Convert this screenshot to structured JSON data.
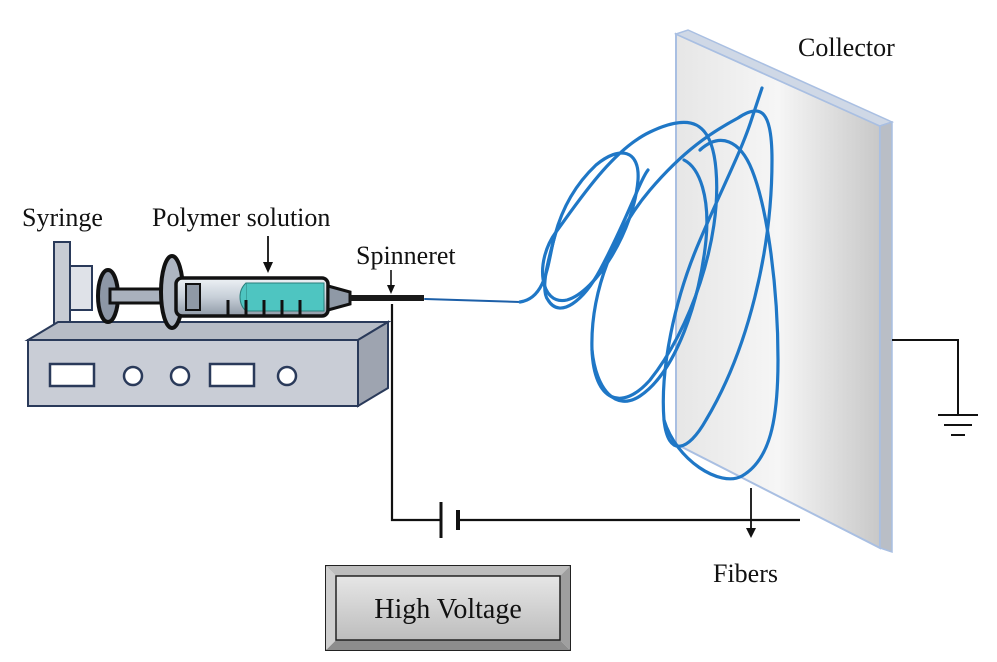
{
  "labels": {
    "collector": "Collector",
    "syringe": "Syringe",
    "polymer_solution": "Polymer solution",
    "spinneret": "Spinneret",
    "fibers": "Fibers",
    "high_voltage": "High Voltage"
  },
  "colors": {
    "fiber": "#1e78c8",
    "pump_body": "#c8ccd4",
    "pump_stroke": "#2a3a5a",
    "solution": "#4ec5c1",
    "wire": "#111111",
    "collector_frame": "#9fb6dc",
    "hv_box": "#d4d4d4"
  },
  "components": {
    "syringe_pump": "syringe-pump",
    "collector": "collector-plate",
    "power_supply": "high-voltage-supply",
    "battery_symbol": "battery-icon",
    "ground_symbol": "ground-icon"
  }
}
